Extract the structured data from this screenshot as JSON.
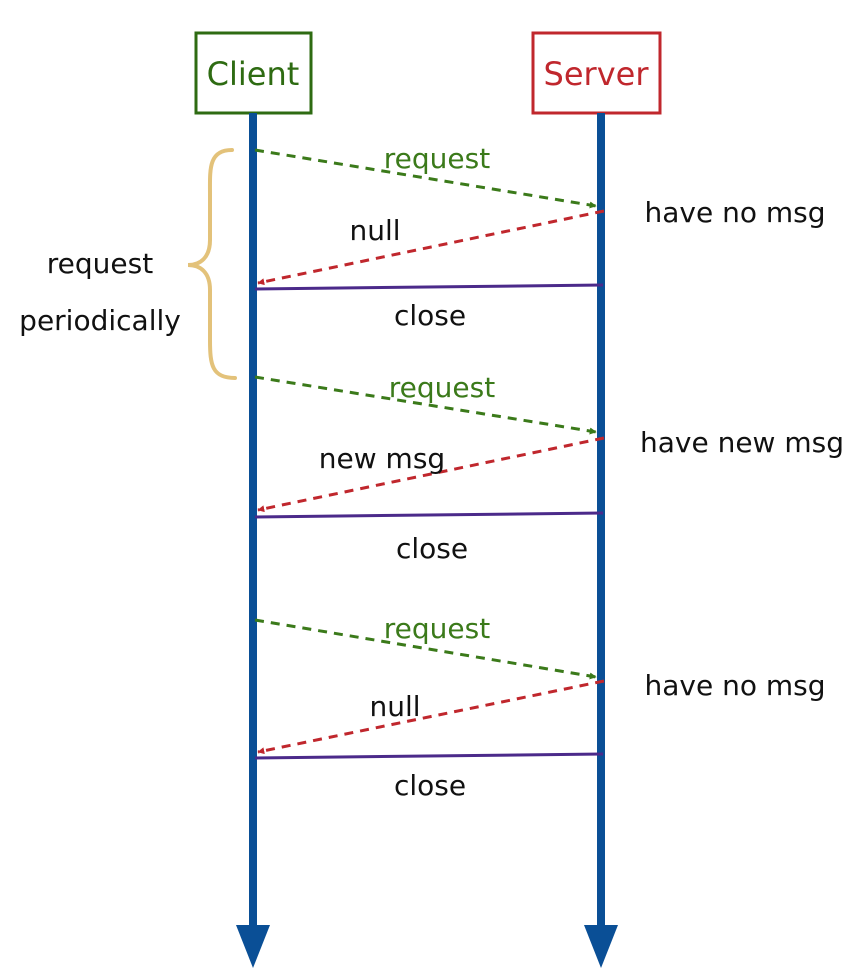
{
  "participants": {
    "client": {
      "label": "Client",
      "color": "#2e6b12"
    },
    "server": {
      "label": "Server",
      "color": "#c0272d"
    }
  },
  "colors": {
    "lifeline": "#0a4f96",
    "request": "#3b7a1a",
    "response": "#c0272d",
    "close": "#4b2a8a",
    "brace": "#e3c27a"
  },
  "brace_label": [
    "request",
    "periodically"
  ],
  "cycles": [
    {
      "request": "request",
      "server_state": "have no msg",
      "response": "null",
      "close": "close"
    },
    {
      "request": "request",
      "server_state": "have new msg",
      "response": "new msg",
      "close": "close"
    },
    {
      "request": "request",
      "server_state": "have no msg",
      "response": "null",
      "close": "close"
    }
  ]
}
